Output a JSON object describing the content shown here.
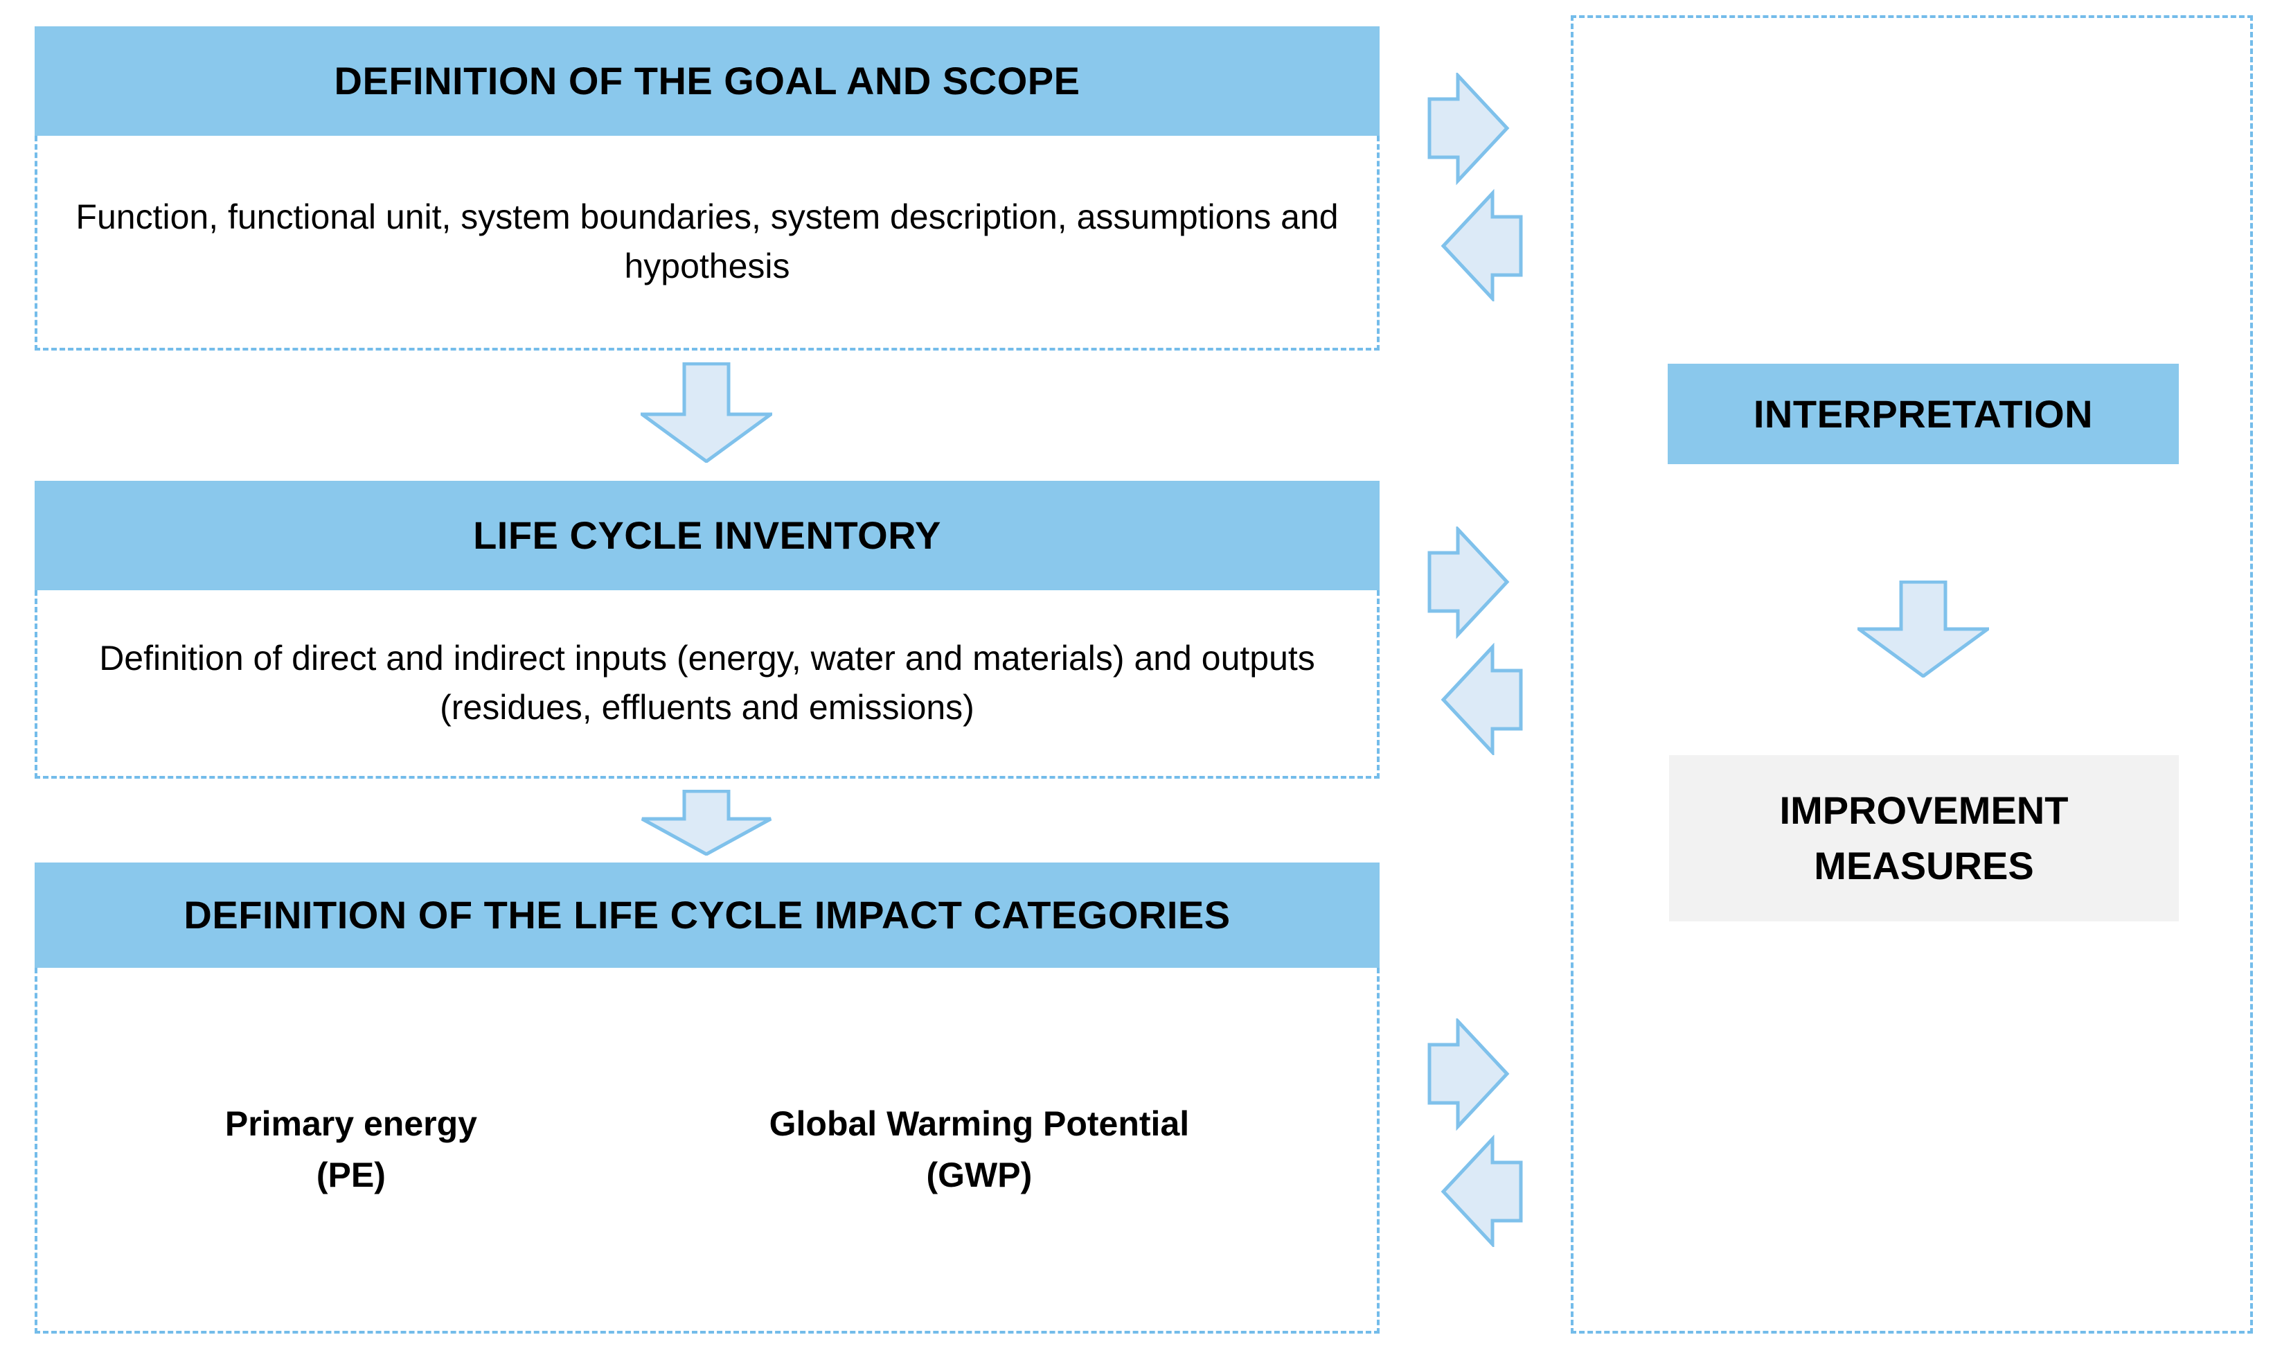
{
  "colors": {
    "header_blue": "#8AC8EC",
    "dashed_border_blue": "#74BCEA",
    "arrow_fill": "#DCEAF7",
    "arrow_stroke": "#7FC1EB",
    "improvement_gray": "#F2F2F2",
    "text_black": "#000000"
  },
  "left_column": {
    "stages": [
      {
        "title": "DEFINITION OF THE GOAL AND SCOPE",
        "body": "Function, functional unit, system boundaries, system description, assumptions and hypothesis"
      },
      {
        "title": "LIFE CYCLE INVENTORY",
        "body": "Definition of direct and indirect inputs (energy, water and materials) and outputs (residues, effluents and emissions)"
      },
      {
        "title": "DEFINITION OF THE LIFE CYCLE IMPACT CATEGORIES",
        "impact_categories": [
          "Primary energy\n(PE)",
          "Global Warming Potential\n(GWP)"
        ]
      }
    ]
  },
  "right_panel": {
    "interpretation_title": "INTERPRETATION",
    "improvement_title": "IMPROVEMENT\nMEASURES"
  },
  "connectors": {
    "down_arrow_icon": "arrow-down-icon",
    "right_arrow_icon": "arrow-right-icon",
    "left_arrow_icon": "arrow-left-icon"
  }
}
